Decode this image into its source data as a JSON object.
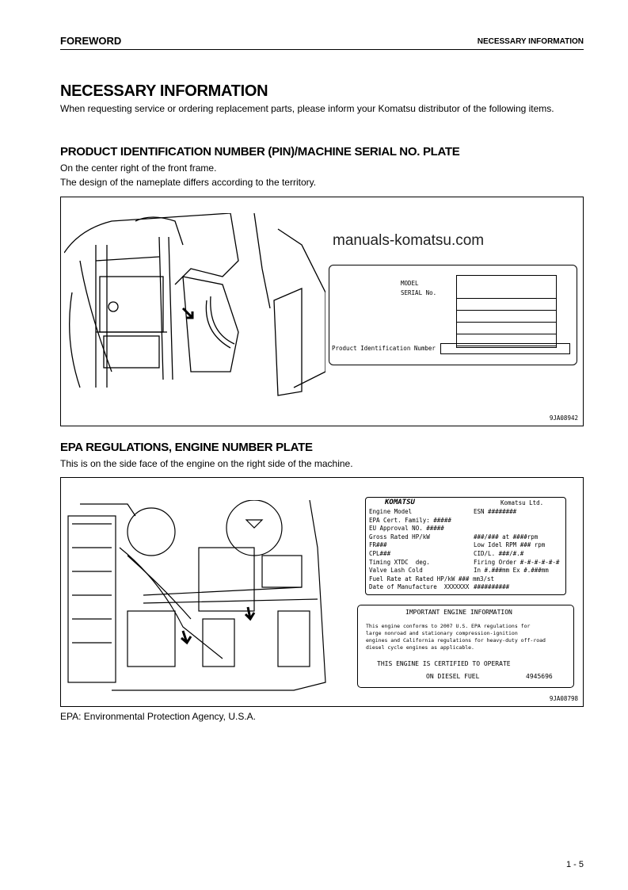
{
  "header": {
    "left": "FOREWORD",
    "right": "NECESSARY INFORMATION"
  },
  "title": "NECESSARY INFORMATION",
  "intro": "When requesting service or ordering replacement parts, please inform your Komatsu distributor of the following items.",
  "section1": {
    "heading": "PRODUCT IDENTIFICATION NUMBER (PIN)/MACHINE SERIAL NO. PLATE",
    "lines": [
      "On the center right of the front frame.",
      "The design of the nameplate differs according to the territory."
    ],
    "plate": {
      "model_label": "MODEL",
      "serial_label": "SERIAL No.",
      "pin_label": "Product Identification Number"
    },
    "figure_id": "9JA08942"
  },
  "watermark": "manuals-komatsu.com",
  "section2": {
    "heading": "EPA REGULATIONS, ENGINE NUMBER PLATE",
    "line": "This is on the side face of the engine on the right side of the machine.",
    "plate1": {
      "brand": "KOMATSU",
      "company": "Komatsu Ltd.",
      "rows": [
        [
          "Engine Model",
          "ESN ########"
        ],
        [
          "EPA Cert. Family: #####",
          ""
        ],
        [
          "EU Approval NO. #####",
          ""
        ],
        [
          "Gross Rated HP/kW",
          "###/### at ####rpm"
        ],
        [
          "FR###",
          "Low Idel RPM ### rpm"
        ],
        [
          "CPL###",
          "CID/L. ###/#.#"
        ],
        [
          "Timing XTDC  deg.",
          "Firing Order #-#-#-#-#-#"
        ],
        [
          "Valve Lash Cold",
          "In #.###mm Ex #.###mm"
        ],
        [
          "Fuel Rate at Rated HP/kW ### mm3/st",
          ""
        ],
        [
          "Date of Manufacture  XXXXXXX",
          "##########"
        ]
      ]
    },
    "plate2": {
      "title": "IMPORTANT ENGINE INFORMATION",
      "body": [
        "This engine conforms to 2007 U.S. EPA regulations for",
        "large nonroad and stationary compression-ignition",
        "engines and California regulations for heavy-duty off-road",
        "diesel cycle engines as applicable."
      ],
      "cert1": "THIS ENGINE IS CERTIFIED TO OPERATE",
      "cert2": "ON DIESEL FUEL",
      "part_no": "4945696"
    },
    "figure_id": "9JA08798",
    "note": "EPA: Environmental Protection Agency, U.S.A."
  },
  "page_number": "1 - 5"
}
